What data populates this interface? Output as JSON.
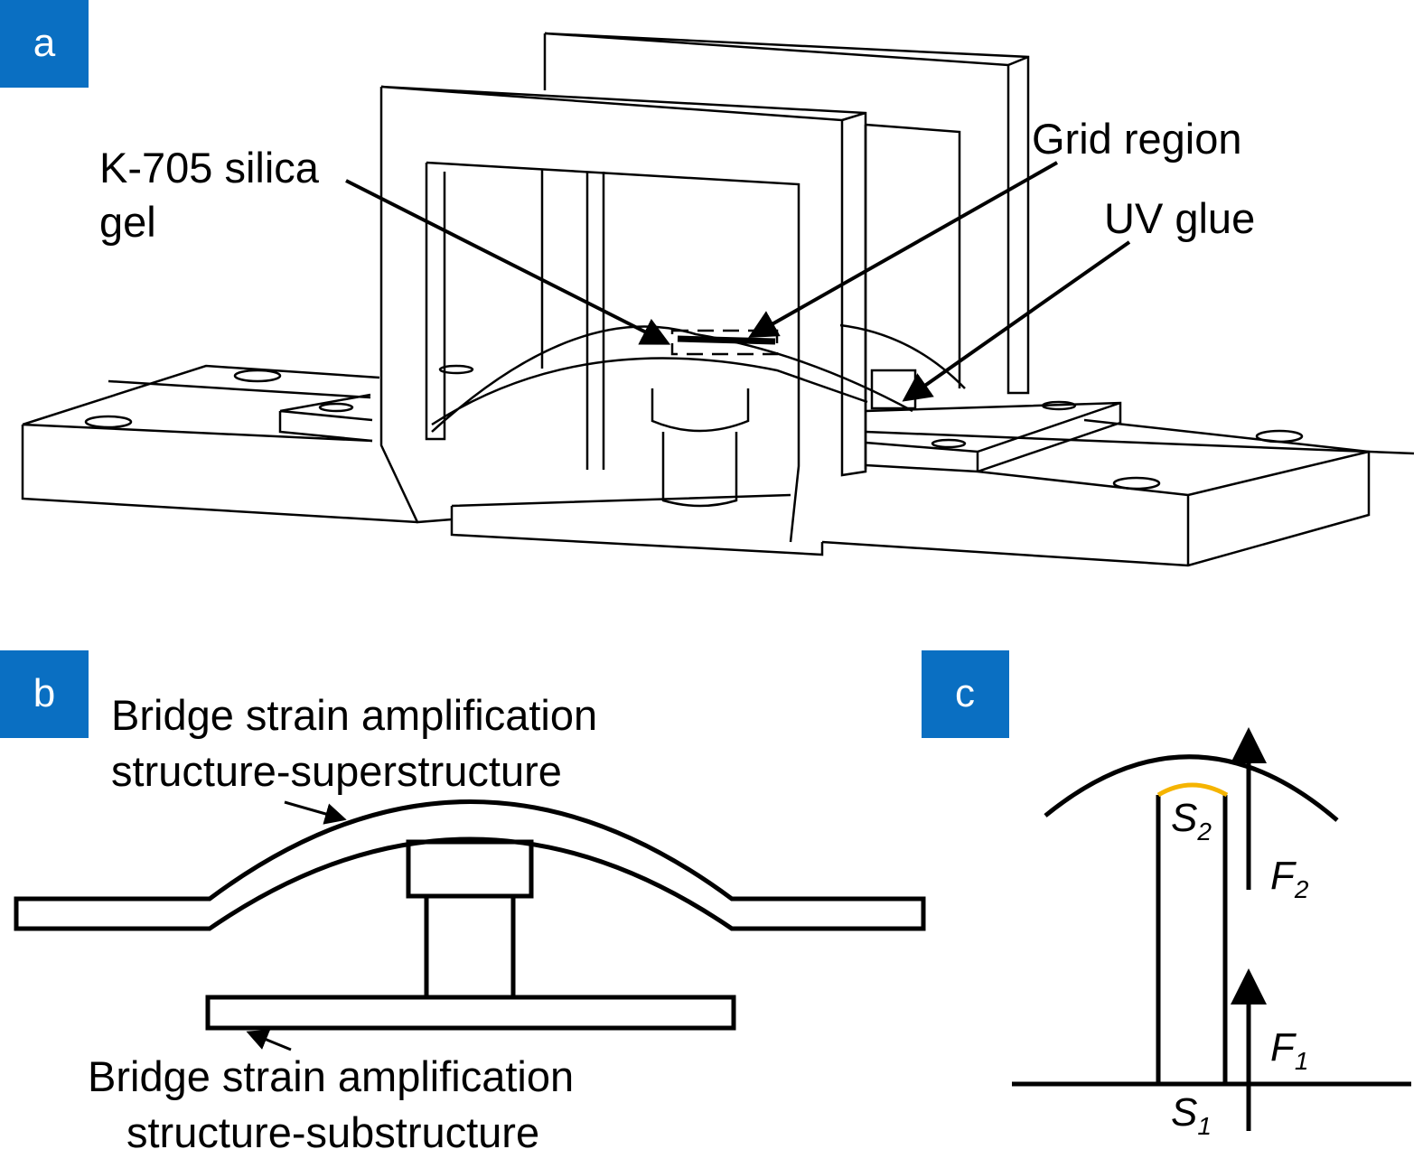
{
  "panels": {
    "a": {
      "badge": "a",
      "labels": {
        "silica_line1": "K-705 silica",
        "silica_line2": "gel",
        "grid_region": "Grid region",
        "uv_glue": "UV glue"
      }
    },
    "b": {
      "badge": "b",
      "labels": {
        "super_line1": "Bridge strain amplification",
        "super_line2": "structure-superstructure",
        "sub_line1": "Bridge strain amplification",
        "sub_line2": "structure-substructure"
      }
    },
    "c": {
      "badge": "c",
      "labels": {
        "s2": "S",
        "s2_sub": "2",
        "f2": "F",
        "f2_sub": "2",
        "f1": "F",
        "f1_sub": "1",
        "s1": "S",
        "s1_sub": "1"
      }
    }
  },
  "colors": {
    "badge": "#0a6fc2",
    "highlight_arc": "#f5b400",
    "line": "#000000"
  }
}
